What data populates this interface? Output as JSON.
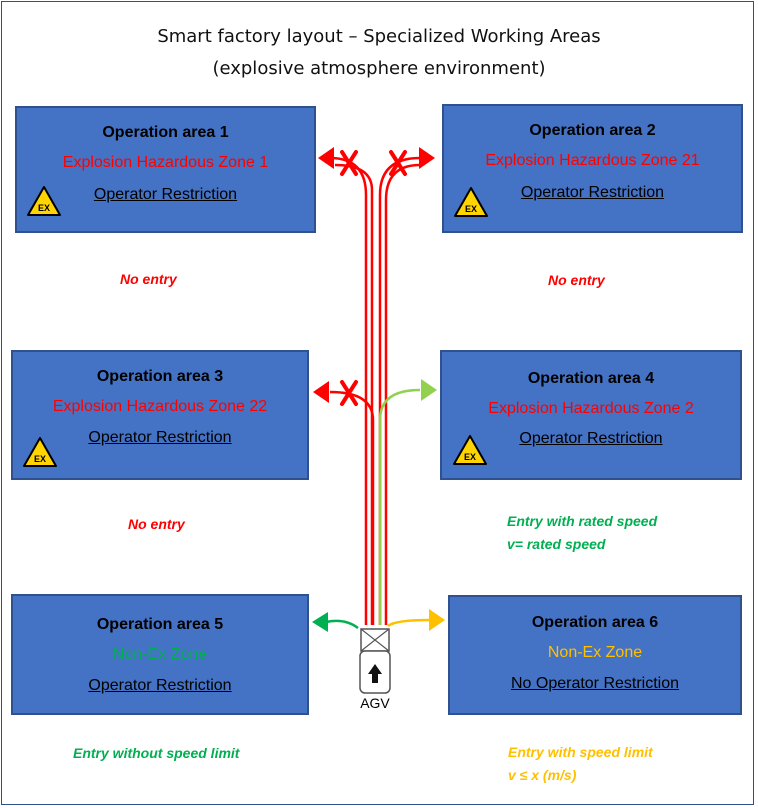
{
  "title": {
    "line1": "Smart factory layout – Specialized Working Areas",
    "line2": "(explosive atmosphere environment)"
  },
  "areas": [
    {
      "name": "Operation area 1",
      "zone": "Explosion Hazardous Zone 1",
      "zone_color": "#ff0000",
      "restriction": "Operator Restriction",
      "ex_icon": "ex-warning-icon",
      "ex_label": "EX"
    },
    {
      "name": "Operation area 2",
      "zone": "Explosion Hazardous Zone 21",
      "zone_color": "#ff0000",
      "restriction": "Operator Restriction",
      "ex_icon": "ex-warning-icon",
      "ex_label": "EX"
    },
    {
      "name": "Operation area 3",
      "zone": "Explosion Hazardous Zone 22",
      "zone_color": "#ff0000",
      "restriction": "Operator Restriction",
      "ex_icon": "ex-warning-icon",
      "ex_label": "EX"
    },
    {
      "name": "Operation area 4",
      "zone": "Explosion Hazardous Zone 2",
      "zone_color": "#ff0000",
      "restriction": "Operator Restriction",
      "ex_icon": "ex-warning-icon",
      "ex_label": "EX"
    },
    {
      "name": "Operation area 5",
      "zone": "Non-Ex Zone",
      "zone_color": "#00b050",
      "restriction": "Operator Restriction"
    },
    {
      "name": "Operation area 6",
      "zone": "Non-Ex Zone",
      "zone_color": "#ffc000",
      "restriction": "No Operator Restriction"
    }
  ],
  "notes": {
    "area1": {
      "line1": "No entry",
      "color": "#ff0000"
    },
    "area2": {
      "line1": "No entry",
      "color": "#ff0000"
    },
    "area3": {
      "line1": "No entry",
      "color": "#ff0000"
    },
    "area4": {
      "line1": "Entry with rated speed",
      "line2": "v= rated speed",
      "color": "#00b050"
    },
    "area5": {
      "line1": "Entry without speed limit",
      "color": "#00b050"
    },
    "area6": {
      "line1": "Entry with speed limit",
      "line2": "v ≤ x (m/s)",
      "color": "#ffc000"
    }
  },
  "agv": {
    "label": "AGV",
    "icon": "agv-vehicle-icon"
  },
  "colors": {
    "area_fill": "#4472c4",
    "forbidden_path": "#ff0000",
    "green_path": "#92d050",
    "left_green": "#00b050",
    "yellow_path": "#ffc000"
  }
}
